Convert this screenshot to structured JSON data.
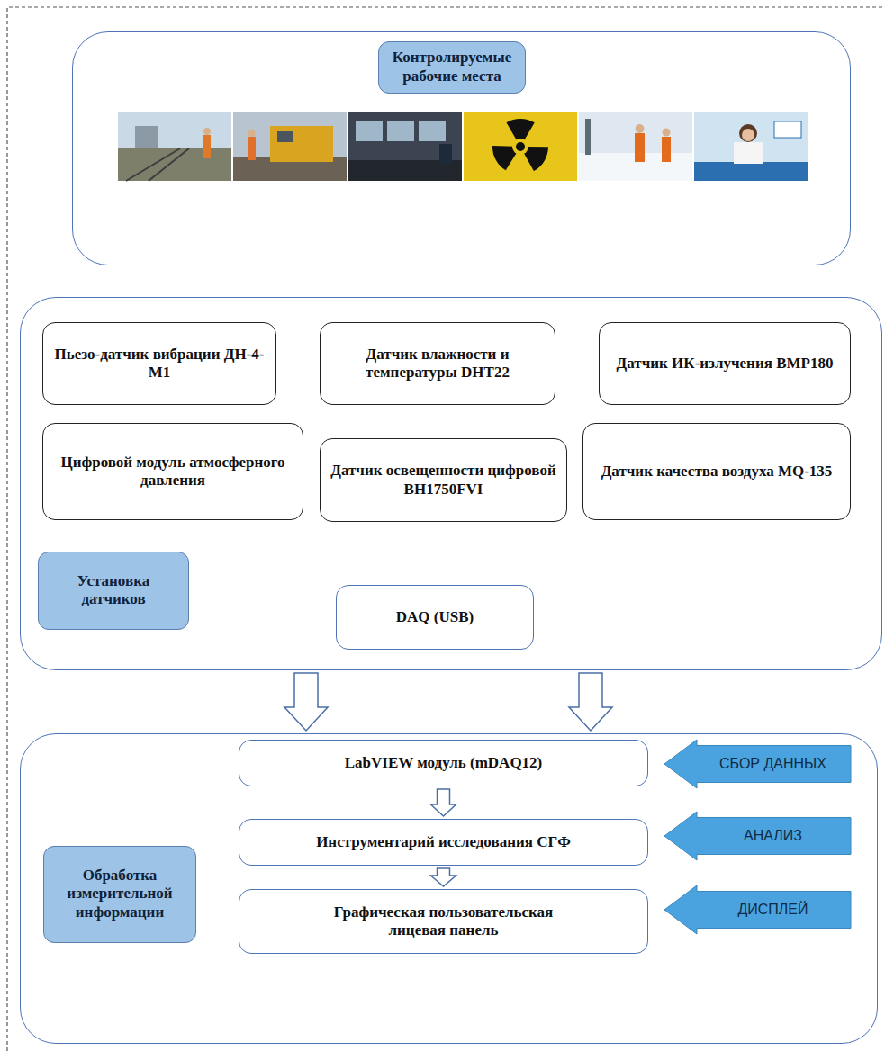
{
  "diagram": {
    "nodes": [
      {
        "text": [
          "Контролируемые рабочие места"
        ]
      },
      {
        "text": [
          "Установка датчиков"
        ]
      },
      {
        "text": [
          "Пьезо-датчик вибрации ДН-4-М1"
        ],
        "in": 1
      },
      {
        "text": [
          "Датчик влажности и температуры DHT22"
        ],
        "in": 1
      },
      {
        "text": [
          "Датчик ИК-излучения BMP180"
        ],
        "in": 1
      },
      {
        "text": [
          "Цифровой модуль атмосферного давления"
        ],
        "in": 1
      },
      {
        "text": [
          "Датчик освещенности цифровой BH1750FVI"
        ],
        "in": 1
      },
      {
        "text": [
          "Датчик качества воздуха MQ-135"
        ],
        "in": 1
      },
      {
        "text": [
          "DAQ (USB)"
        ],
        "in": 1
      },
      {
        "text": [
          "Обработка измерительной информации"
        ]
      },
      {
        "text": [
          "LabVIEW модуль (mDAQ12)"
        ],
        "in": 9
      },
      {
        "text": [
          "Инструментарий исследования СГФ"
        ],
        "in": 9
      },
      {
        "text": [
          "Графическая пользовательская лицевая панель"
        ],
        "in": 9
      },
      {
        "text": [
          "СБОР ДАННЫХ"
        ],
        "in": 9
      },
      {
        "text": [
          "АНАЛИЗ"
        ],
        "in": 9
      },
      {
        "text": [
          "ДИСПЛЕЙ"
        ],
        "in": 9
      }
    ],
    "edges": [
      {
        "from": 1,
        "to": 9,
        "arrow": "to"
      },
      {
        "from": 1,
        "to": 9,
        "arrow": "to"
      },
      {
        "from": 10,
        "to": 11,
        "arrow": "to"
      },
      {
        "from": 11,
        "to": 12,
        "arrow": "to"
      }
    ]
  }
}
